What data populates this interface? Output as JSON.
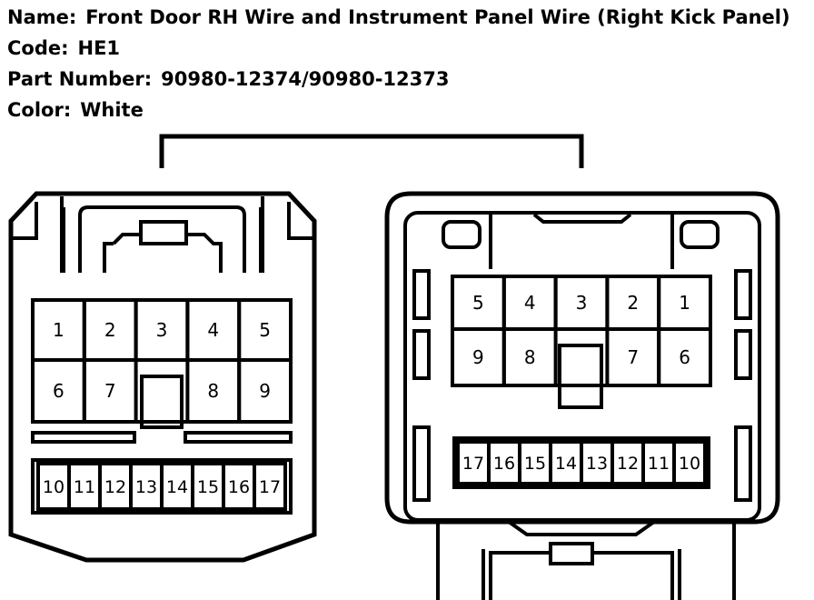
{
  "header": {
    "name_label": "Name:",
    "name_value": "Front Door RH Wire and Instrument Panel Wire (Right Kick Panel)",
    "code_label": "Code:",
    "code_value": "HE1",
    "part_label": "Part Number:",
    "part_value": "90980-12374/90980-12373",
    "color_label": "Color:",
    "color_value": "White"
  },
  "left_connector": {
    "pins_row1": [
      "1",
      "2",
      "3",
      "4",
      "5"
    ],
    "pins_row2": [
      "6",
      "7",
      "8",
      "9"
    ],
    "pins_row3": [
      "10",
      "11",
      "12",
      "13",
      "14",
      "15",
      "16",
      "17"
    ]
  },
  "right_connector": {
    "pins_row1": [
      "5",
      "4",
      "3",
      "2",
      "1"
    ],
    "pins_row2": [
      "9",
      "8",
      "7",
      "6"
    ],
    "pins_row3": [
      "17",
      "16",
      "15",
      "14",
      "13",
      "12",
      "11",
      "10"
    ]
  }
}
